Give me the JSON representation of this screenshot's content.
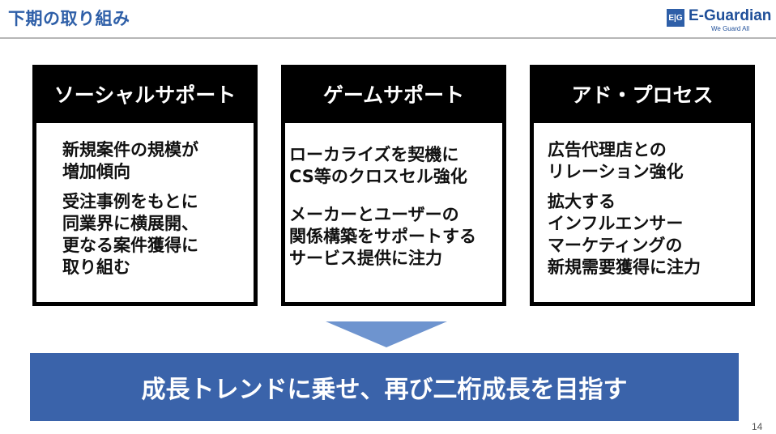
{
  "header": {
    "title": "下期の取り組み"
  },
  "logo": {
    "mark": "E|G",
    "name": "E-Guardian",
    "tagline": "We Guard All"
  },
  "cards": [
    {
      "title": "ソーシャルサポート",
      "items": [
        "新規案件の規模が\n増加傾向",
        "受注事例をもとに\n同業界に横展開、\n更なる案件獲得に\n取り組む"
      ]
    },
    {
      "title": "ゲームサポート",
      "items": [
        "ローカライズを契機に\nCS等のクロスセル強化",
        "メーカーとユーザーの\n関係構築をサポートする\nサービス提供に注力"
      ]
    },
    {
      "title": "アド・プロセス",
      "items": [
        "広告代理店との\nリレーション強化",
        "拡大する\nインフルエンサー\nマーケティングの\n新規需要獲得に注力"
      ]
    }
  ],
  "banner": {
    "text": "成長トレンドに乗せ、再び二桁成長を目指す"
  },
  "footer": {
    "page_number": "14"
  },
  "colors": {
    "accent": "#2e5fa8",
    "banner": "#3a63aa",
    "arrow": "#6e94cf",
    "card_header": "#000000"
  }
}
